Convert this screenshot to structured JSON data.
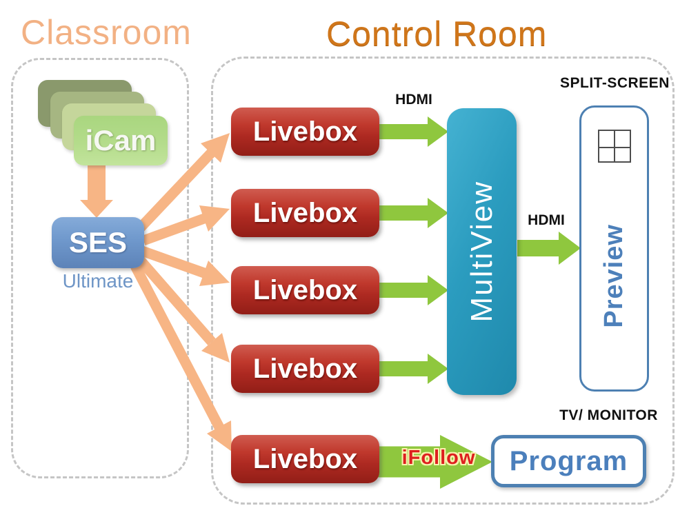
{
  "classroom": {
    "title": "Classroom",
    "icam": {
      "label": "iCam",
      "stack_count": 4
    },
    "ses": {
      "label": "SES",
      "sublabel": "Ultimate"
    }
  },
  "control_room": {
    "title": "Control Room",
    "liveboxes": [
      {
        "label": "Livebox"
      },
      {
        "label": "Livebox"
      },
      {
        "label": "Livebox"
      },
      {
        "label": "Livebox"
      },
      {
        "label": "Livebox"
      }
    ],
    "multiview": {
      "label": "MultiView"
    },
    "preview": {
      "label": "Preview",
      "caption": "SPLIT-SCREEN",
      "icon": "split-screen-2x2-grid-icon"
    },
    "program": {
      "label": "Program",
      "caption": "TV/ MONITOR"
    },
    "connection_labels": {
      "hdmi_livebox_to_multiview": "HDMI",
      "hdmi_multiview_to_preview": "HDMI",
      "ifollow_livebox_to_program": "iFollow"
    }
  },
  "colors": {
    "classroom_title": "#f2b184",
    "controlroom_title": "#d0761a",
    "orange_arrow": "#f7b585",
    "green_arrow": "#8fc73e",
    "livebox_red": "#b02a22",
    "ses_blue": "#6f98cc",
    "multiview_teal": "#2b9cbf",
    "outline_blue": "#4d80b2",
    "dashed_border_gray": "#c5c5c5",
    "ifollow_red": "#de1f1f"
  }
}
